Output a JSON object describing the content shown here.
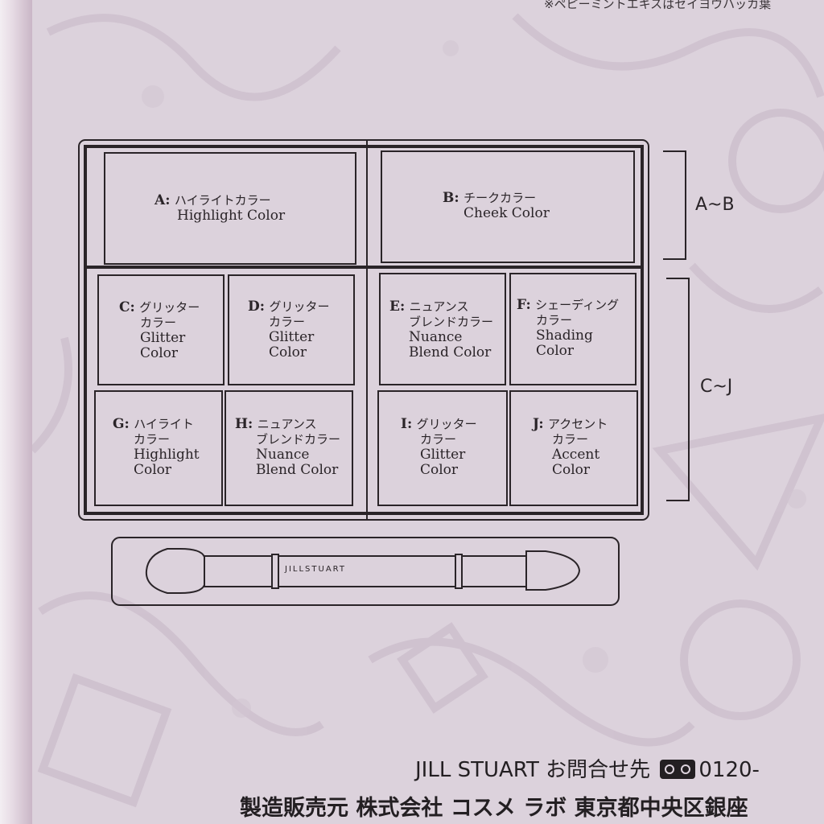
{
  "top_note": "※ペピーミントエキスはセイヨウハッカ葉",
  "palette": {
    "cells": {
      "A": {
        "letter": "A:",
        "jp": "ハイライトカラー",
        "en": [
          "Highlight Color"
        ]
      },
      "B": {
        "letter": "B:",
        "jp": "チークカラー",
        "en": [
          "Cheek Color"
        ]
      },
      "C": {
        "letter": "C:",
        "jp": "グリッター",
        "jp2": "カラー",
        "en": [
          "Glitter",
          "Color"
        ]
      },
      "D": {
        "letter": "D:",
        "jp": "グリッター",
        "jp2": "カラー",
        "en": [
          "Glitter",
          "Color"
        ]
      },
      "E": {
        "letter": "E:",
        "jp": "ニュアンス",
        "jp2": "ブレンドカラー",
        "en": [
          "Nuance",
          "Blend Color"
        ]
      },
      "F": {
        "letter": "F:",
        "jp": "シェーディング",
        "jp2": "カラー",
        "en": [
          "Shading",
          "Color"
        ]
      },
      "G": {
        "letter": "G:",
        "jp": "ハイライト",
        "jp2": "カラー",
        "en": [
          "Highlight",
          "Color"
        ]
      },
      "H": {
        "letter": "H:",
        "jp": "ニュアンス",
        "jp2": "ブレンドカラー",
        "en": [
          "Nuance",
          "Blend Color"
        ]
      },
      "I": {
        "letter": "I:",
        "jp": "グリッター",
        "jp2": "カラー",
        "en": [
          "Glitter",
          "Color"
        ]
      },
      "J": {
        "letter": "J:",
        "jp": "アクセント",
        "jp2": "カラー",
        "en": [
          "Accent",
          "Color"
        ]
      }
    }
  },
  "brackets": {
    "top": "A~B",
    "bottom": "C~J"
  },
  "brush_brand": "JILLSTUART",
  "footer": {
    "line1_brand": "JILL STUART",
    "line1_inquiry": "お問合せ先",
    "line1_phone": "0120-",
    "line2": "製造販売元 株式会社 コスメ ラボ 東京都中央区銀座"
  },
  "colors": {
    "box": "#dcd2dc",
    "line": "#2a2428",
    "pattern": "#cbbccb"
  }
}
